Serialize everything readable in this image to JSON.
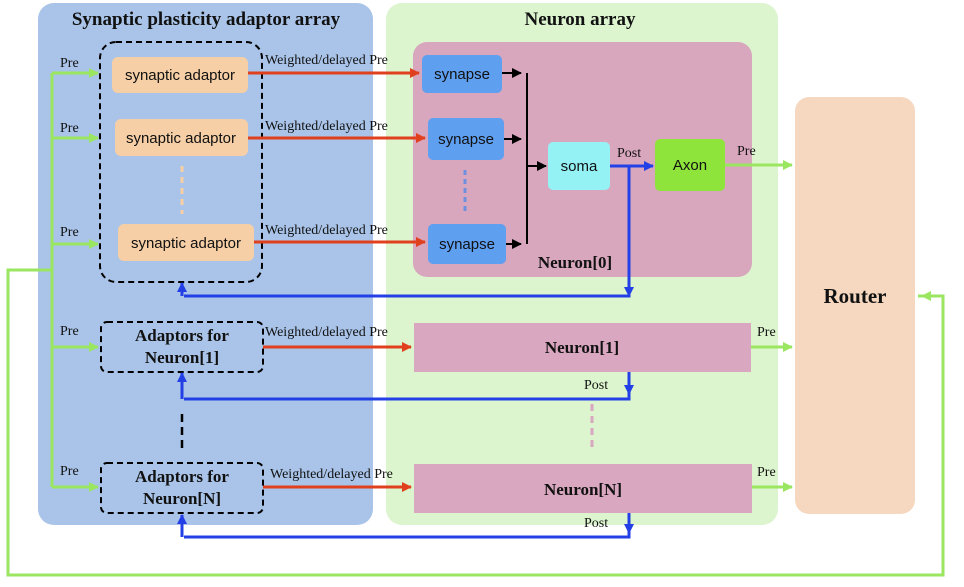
{
  "colors": {
    "adaptor_panel": "#a9c4e8",
    "neuron_panel": "#dcf5cf",
    "neuron0_block": "#d8a7bd",
    "neuron_bar": "#d9a7bf",
    "adaptor_box": "#f6cfa6",
    "synapse_box": "#5f9ff0",
    "soma_box": "#94f2f5",
    "axon_box": "#8ee43b",
    "router_box": "#f6d8c0",
    "green_wire": "#9be660",
    "red_wire": "#e0401e",
    "blue_wire": "#2340e6",
    "black_wire": "#000000"
  },
  "adaptor_panel": {
    "title": "Synaptic plasticity adaptor array"
  },
  "neuron_panel": {
    "title": "Neuron array"
  },
  "adaptors": {
    "synaptic_adaptor_1": "synaptic adaptor",
    "synaptic_adaptor_2": "synaptic adaptor",
    "synaptic_adaptor_3": "synaptic adaptor",
    "adaptors_n1_line1": "Adaptors for",
    "adaptors_n1_line2": "Neuron[1]",
    "adaptors_nN_line1": "Adaptors for",
    "adaptors_nN_line2": "Neuron[N]"
  },
  "neuron0": {
    "synapse_1": "synapse",
    "synapse_2": "synapse",
    "synapse_3": "synapse",
    "soma": "soma",
    "axon": "Axon",
    "label": "Neuron[0]",
    "post": "Post",
    "pre_out": "Pre"
  },
  "neuron1": {
    "label": "Neuron[1]",
    "post": "Post",
    "pre_out": "Pre"
  },
  "neuronN": {
    "label": "Neuron[N]",
    "post": "Post",
    "pre_out": "Pre"
  },
  "router": {
    "label": "Router"
  },
  "wires": {
    "pre_1": "Pre",
    "pre_2": "Pre",
    "pre_3": "Pre",
    "pre_4": "Pre",
    "pre_5": "Pre",
    "wd_1": "Weighted/delayed Pre",
    "wd_2": "Weighted/delayed Pre",
    "wd_3": "Weighted/delayed Pre",
    "wd_4": "Weighted/delayed Pre",
    "wd_5": "Weighted/delayed Pre"
  }
}
